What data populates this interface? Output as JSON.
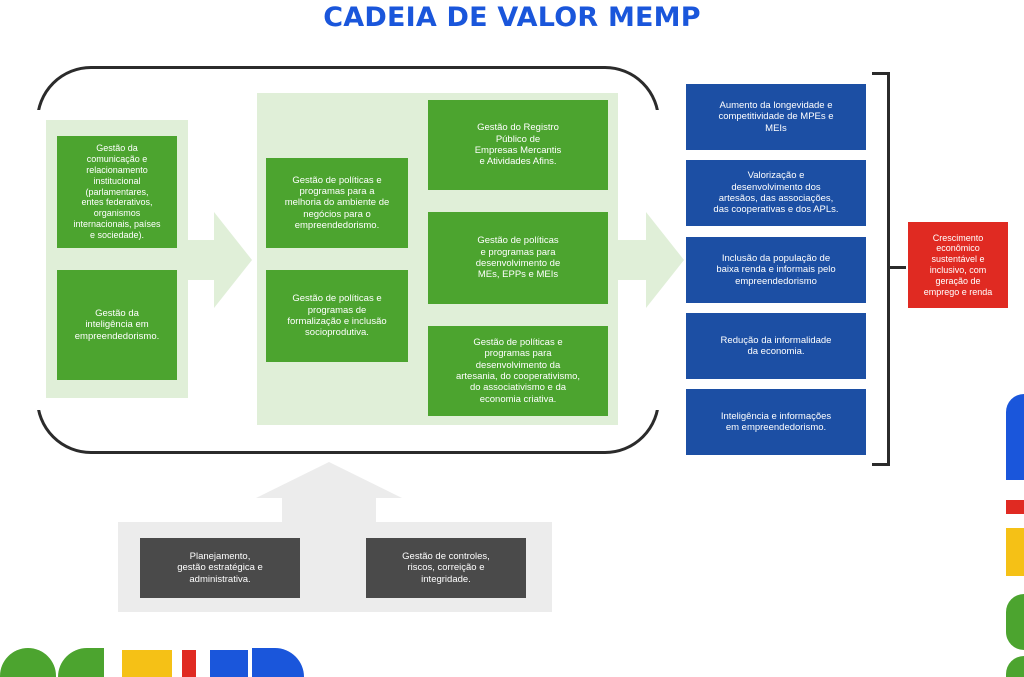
{
  "title": "CADEIA DE VALOR MEMP",
  "colors": {
    "title": "#1a56db",
    "green": "#4ca42f",
    "blue": "#1c4fa4",
    "red": "#e02a22",
    "dark": "#4a4a4a",
    "panel": "#e0efd8",
    "grey_panel": "#ececec",
    "yellow_deco": "#f5c116"
  },
  "column1": {
    "items": [
      "Gestão da\ncomunicação e\nrelacionamento\ninstitucional\n(parlamentares,\nentes federativos,\norganismos\ninternacionais, países\ne sociedade).",
      "Gestão da\ninteligência em\nempreendedorismo."
    ]
  },
  "column2": {
    "items": [
      "Gestão de políticas e\nprogramas para a\nmelhoria do ambiente de\nnegócios para o\nempreendedorismo.",
      "Gestão de políticas e\nprogramas de\nformalização e inclusão\nsocioprodutiva."
    ]
  },
  "column3": {
    "items": [
      "Gestão do Registro\nPúblico de\nEmpresas Mercantis\ne Atividades Afins.",
      "Gestão de políticas\ne programas para\ndesenvolvimento de\nMEs, EPPs e MEIs",
      "Gestão de políticas e\nprogramas para\ndesenvolvimento da\nartesania, do cooperativismo,\ndo associativismo e da\neconomia criativa."
    ]
  },
  "results": {
    "items": [
      "Aumento da longevidade e\ncompetitividade de MPEs e\nMEIs",
      "Valorização e\ndesenvolvimento dos\nartesãos, das associações,\ndas cooperativas e dos APLs.",
      "Inclusão da população de\nbaixa renda e informais pelo\nempreendedorismo",
      "Redução da informalidade\nda economia.",
      "Inteligência e informações\nem empreendedorismo."
    ]
  },
  "outcome": "Crescimento\neconômico\nsustentável e\ninclusivo, com\ngeração de\nemprego e renda",
  "support": {
    "items": [
      "Planejamento,\ngestão estratégica e\nadministrativa.",
      "Gestão de controles,\nriscos, correição e\nintegridade."
    ]
  }
}
